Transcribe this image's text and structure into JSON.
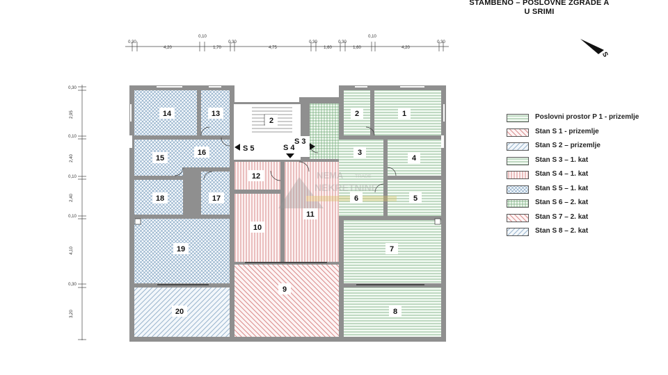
{
  "title": {
    "line1": "STAMBENO – POSLOVNE ZGRADE A",
    "line2": "U SRIMI"
  },
  "compass": {
    "label": "S",
    "icon": "north-arrow-icon"
  },
  "colors": {
    "wall": "#8f8f8f",
    "green": "#5c9a63",
    "red": "#c85a5a",
    "blue": "#6f96b8"
  },
  "dimensions_top": [
    "0,30",
    "4,20",
    "0,10",
    "1,70",
    "0,30",
    "4,75",
    "0,30",
    "1,60",
    "0,30",
    "1,60",
    "0,10",
    "4,20",
    "0,30"
  ],
  "dimensions_left": [
    "0,30",
    "2,95",
    "0,10",
    "2,40",
    "0,10",
    "2,40",
    "0,10",
    "4,10",
    "0,30",
    "3,20"
  ],
  "rooms": [
    "1",
    "2",
    "3",
    "4",
    "5",
    "6",
    "7",
    "8",
    "9",
    "10",
    "11",
    "12",
    "13",
    "14",
    "15",
    "16",
    "17",
    "18",
    "19",
    "20"
  ],
  "entrances": [
    {
      "label": "S 5",
      "arrow": "left"
    },
    {
      "label": "S 3",
      "arrow": "right"
    },
    {
      "label": "S 4",
      "arrow": "down"
    }
  ],
  "watermark": {
    "line1": "NEMA",
    "line2": "NEKRETNINE",
    "line3": "TRADE"
  },
  "legend": [
    {
      "label": "Poslovni prostor P 1 - prizemlje",
      "pattern": "green-horizontal"
    },
    {
      "label": "Stan S 1 - prizemlje",
      "pattern": "red-diagonal"
    },
    {
      "label": "Stan S 2 – prizemlje",
      "pattern": "blue-diagonal"
    },
    {
      "label": "Stan S 3 – 1. kat",
      "pattern": "green-horizontal"
    },
    {
      "label": "Stan S 4 – 1. kat",
      "pattern": "red-vertical"
    },
    {
      "label": "Stan S 5 – 1. kat",
      "pattern": "blue-cross"
    },
    {
      "label": "Stan S 6 – 2. kat",
      "pattern": "green-grid"
    },
    {
      "label": "Stan S 7 – 2. kat",
      "pattern": "red-diagonal"
    },
    {
      "label": "Stan S 8 – 2. kat",
      "pattern": "blue-diagonal"
    }
  ]
}
